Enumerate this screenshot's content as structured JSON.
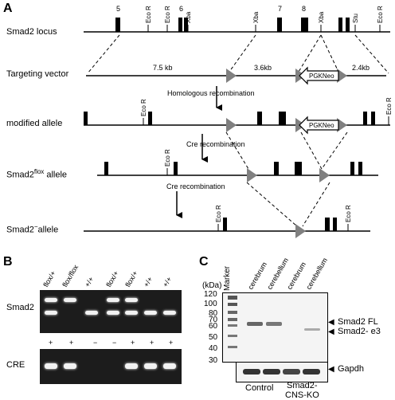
{
  "panelA": {
    "letter": "A",
    "rows": {
      "locus": "Smad2 locus",
      "vector": "Targeting vector",
      "modified": "modified allele",
      "flox_base": "Smad2",
      "flox_sup": "flox",
      "flox_tail": " allele",
      "null_base": "Smad2",
      "null_sup": "−",
      "null_tail": "allele"
    },
    "exons": {
      "e5": "5",
      "e6": "6",
      "e7": "7",
      "e8": "8"
    },
    "sites": {
      "ecor": "Eco R",
      "xba": "Xba",
      "stu": "Stu"
    },
    "distances": {
      "d1": "7.5 kb",
      "d2": "3.6kb",
      "d3": "2.4kb"
    },
    "cassette": "PGKNeo",
    "steps": {
      "homologous": "Homologous recombination",
      "cre1": "Cre recombination",
      "cre2": "Cre recombination"
    }
  },
  "panelB": {
    "letter": "B",
    "gel1_label": "Smad2",
    "gel2_label": "CRE",
    "lanes": [
      "flox/+",
      "flox/flox",
      "+/+",
      "flox/+",
      "flox/+",
      "+/+",
      "+/+"
    ],
    "cre_calls": [
      "+",
      "+",
      "−",
      "−",
      "+",
      "+",
      "+"
    ]
  },
  "panelC": {
    "letter": "C",
    "kda": "(kDa)",
    "marker": "Marker",
    "lanes": [
      "cerebrum",
      "cerebellum",
      "cerebrum",
      "cerebellum"
    ],
    "mw": [
      "120",
      "100",
      "80",
      "70",
      "60",
      "50",
      "40",
      "30"
    ],
    "bands": {
      "fl": "Smad2 FL",
      "e3": "Smad2- e3",
      "gapdh": "Gapdh"
    },
    "groups": {
      "control": "Control",
      "ko_line1": "Smad2-",
      "ko_line2": "CNS-KO"
    }
  }
}
